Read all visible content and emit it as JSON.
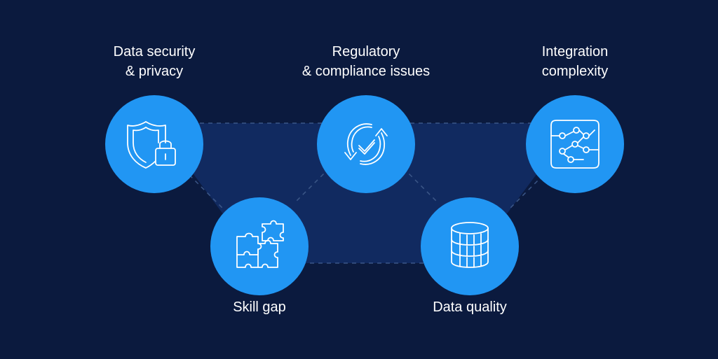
{
  "colors": {
    "background": "#0b1a3e",
    "band": "#112a60",
    "node": "#2196f3",
    "dash": "#3b5687",
    "text": "#ffffff"
  },
  "nodes": [
    {
      "id": "data-security",
      "icon": "shield-lock-icon",
      "label_lines": [
        "Data security",
        "& privacy"
      ]
    },
    {
      "id": "regulatory",
      "icon": "sync-check-icon",
      "label_lines": [
        "Regulatory",
        "& compliance issues"
      ]
    },
    {
      "id": "integration",
      "icon": "circuit-network-icon",
      "label_lines": [
        "Integration",
        "complexity"
      ]
    },
    {
      "id": "skill-gap",
      "icon": "puzzle-icon",
      "label_lines": [
        "Skill gap"
      ]
    },
    {
      "id": "data-quality",
      "icon": "database-icon",
      "label_lines": [
        "Data quality"
      ]
    }
  ]
}
